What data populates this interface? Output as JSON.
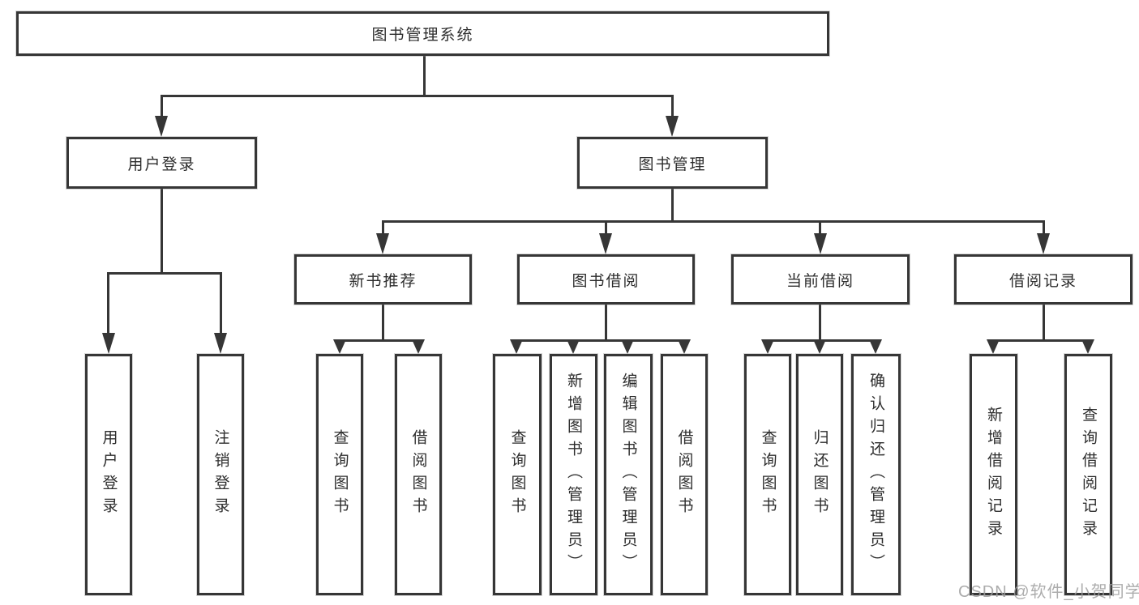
{
  "diagram": {
    "type": "hierarchy-flowchart",
    "root": {
      "label": "图书管理系统",
      "children": [
        {
          "label": "用户登录",
          "children": [
            {
              "label": "用户登录"
            },
            {
              "label": "注销登录"
            }
          ]
        },
        {
          "label": "图书管理",
          "children": [
            {
              "label": "新书推荐",
              "children": [
                {
                  "label": "查询图书"
                },
                {
                  "label": "借阅图书"
                }
              ]
            },
            {
              "label": "图书借阅",
              "children": [
                {
                  "label": "查询图书"
                },
                {
                  "label": "新增图书（管理员）"
                },
                {
                  "label": "编辑图书（管理员）"
                },
                {
                  "label": "借阅图书"
                }
              ]
            },
            {
              "label": "当前借阅",
              "children": [
                {
                  "label": "查询图书"
                },
                {
                  "label": "归还图书"
                },
                {
                  "label": "确认归还（管理员）"
                }
              ]
            },
            {
              "label": "借阅记录",
              "children": [
                {
                  "label": "新增借阅记录"
                },
                {
                  "label": "查询借阅记录"
                }
              ]
            }
          ]
        }
      ]
    },
    "colors": {
      "box_border": "#363636",
      "line": "#363636",
      "text": "#2d2d2d",
      "background": "#ffffff",
      "watermark": "#9e9e9e"
    }
  },
  "watermark": {
    "text": "CSDN @软件_小贺同学"
  }
}
